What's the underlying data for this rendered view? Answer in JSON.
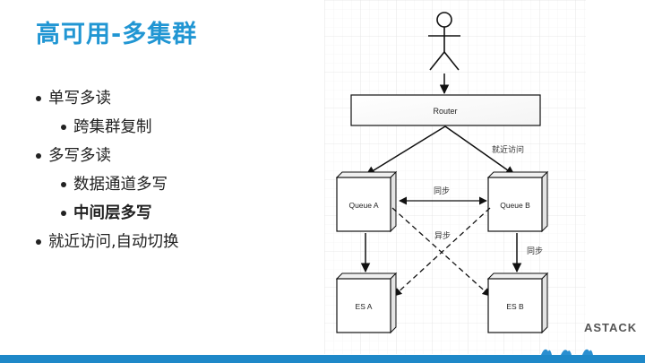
{
  "slide": {
    "title": "高可用-多集群",
    "bullets": [
      {
        "text": "单写多读",
        "level": 1,
        "bold": false
      },
      {
        "text": "跨集群复制",
        "level": 2,
        "bold": false
      },
      {
        "text": "多写多读",
        "level": 1,
        "bold": false
      },
      {
        "text": "数据通道多写",
        "level": 2,
        "bold": false
      },
      {
        "text": "中间层多写",
        "level": 2,
        "bold": true
      },
      {
        "text": "就近访问,自动切换",
        "level": 1,
        "bold": false
      }
    ]
  },
  "diagram": {
    "router_label": "Router",
    "queue_a_label": "Queue A",
    "queue_b_label": "Queue B",
    "es_a_label": "ES A",
    "es_b_label": "ES B",
    "edge_nearest_access": "就近访问",
    "edge_sync_queues": "同步",
    "edge_async": "异步",
    "edge_sync_b": "同步"
  },
  "logo": {
    "text": "ASTACK"
  },
  "colors": {
    "title": "#2196d3",
    "footer": "#1e88c8",
    "grid": "#e6e6e6"
  }
}
